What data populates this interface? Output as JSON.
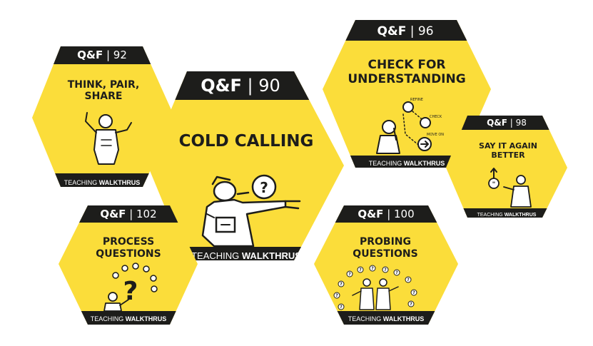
{
  "colors": {
    "hex_fill": "#fbdd3a",
    "tab_fill": "#1d1d1b",
    "ink": "#1d1d1b",
    "paper": "#ffffff"
  },
  "footer": {
    "prefix": "TEACHING",
    "brand": "WALKTHRUS"
  },
  "cards": [
    {
      "code": "Q&F",
      "number": "90",
      "title_lines": [
        "COLD CALLING"
      ],
      "icon": "person-pointing-question-icon"
    },
    {
      "code": "Q&F",
      "number": "92",
      "title_lines": [
        "THINK, PAIR,",
        "SHARE"
      ],
      "icon": "person-thinking-icon"
    },
    {
      "code": "Q&F",
      "number": "96",
      "title_lines": [
        "CHECK FOR",
        "UNDERSTANDING"
      ],
      "icon": "reflective-person-cycle-icon",
      "cycle_labels": [
        "REFINE",
        "CHECK",
        "MOVE ON"
      ]
    },
    {
      "code": "Q&F",
      "number": "98",
      "title_lines": [
        "SAY IT AGAIN",
        "BETTER"
      ],
      "icon": "person-speech-upgrade-icon"
    },
    {
      "code": "Q&F",
      "number": "102",
      "title_lines": [
        "PROCESS",
        "QUESTIONS"
      ],
      "icon": "person-question-loop-icon"
    },
    {
      "code": "Q&F",
      "number": "100",
      "title_lines": [
        "PROBING",
        "QUESTIONS"
      ],
      "icon": "people-many-questions-icon"
    }
  ]
}
